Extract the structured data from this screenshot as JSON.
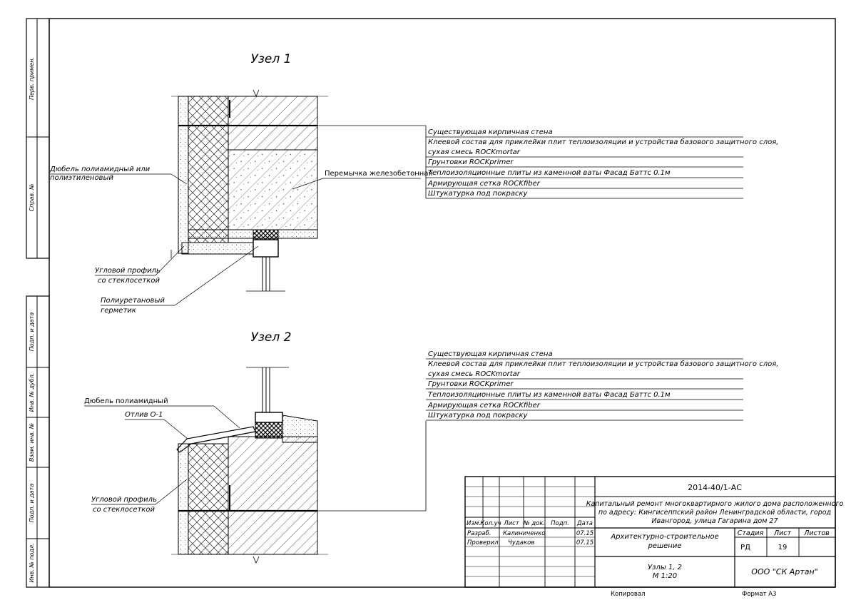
{
  "side_labels": [
    "Перв. примен.",
    "Справ. №",
    "Подп. и дата",
    "Инв. № дубл.",
    "Взам. инв. №",
    "Подп. и дата",
    "Инв. № подл."
  ],
  "node1": {
    "title": "Узел 1",
    "left_callouts": [
      {
        "lines": [
          "Дюбель полиамидный или",
          "полиэтиленовый"
        ]
      },
      {
        "lines": [
          "Угловой профиль",
          "со стеклосеткой"
        ]
      },
      {
        "lines": [
          "Полиуретановый",
          "герметик"
        ]
      }
    ],
    "lintel_label": "Перемычка железобетонная",
    "layers": [
      "Существующая кирпичная стена",
      "Клеевой состав для приклейки плит теплоизоляции и устройства базового защитного слоя,",
      "сухая смесь ROCKmortar",
      "Грунтовки ROCKprimer",
      "Теплоизоляционные плиты из каменной ваты Фасад Баттс 0.1м",
      "Армирующая сетка ROCKfiber",
      "Штукатурка под покраску"
    ]
  },
  "node2": {
    "title": "Узел 2",
    "left_callouts": [
      {
        "lines": [
          "Дюбель полиамидный"
        ]
      },
      {
        "lines": [
          "Отлив О-1"
        ]
      },
      {
        "lines": [
          "Угловой профиль",
          "со стеклосеткой"
        ]
      }
    ],
    "layers": [
      "Существующая кирпичная стена",
      "Клеевой состав для приклейки плит теплоизоляции и устройства базового защитного слоя,",
      "сухая смесь ROCKmortar",
      "Грунтовки ROCKprimer",
      "Теплоизоляционные плиты из каменной ваты Фасад Баттс 0.1м",
      "Армирующая сетка ROCKfiber",
      "Штукатурка под покраску"
    ]
  },
  "stamp": {
    "doc_code": "2014-40/1-АС",
    "object_lines": [
      "Капитальный ремонт многоквартирного жилого дома расположенного",
      "по адресу: Кингисеппский район Ленинградской области, город",
      "Ивангород, улица Гагарина дом 27"
    ],
    "col_headers": [
      "Изм.",
      "Кол.уч",
      "Лист",
      "№ док.",
      "Подп.",
      "Дата"
    ],
    "rows": [
      {
        "role": "Разраб.",
        "name": "Калиниченко",
        "date": "07.15"
      },
      {
        "role": "Проверил",
        "name": "Чудаков",
        "date": "07.15"
      }
    ],
    "section_lines": [
      "Архитектурно-строительное",
      "решение"
    ],
    "stage_header": "Стадия",
    "sheet_header": "Лист",
    "sheets_header": "Листов",
    "stage": "РД",
    "sheet": "19",
    "sheets": "",
    "drawing_lines": [
      "Узлы 1, 2",
      "М 1:20"
    ],
    "org": "ООО \"СК Артан\""
  },
  "footer": {
    "copied": "Копировал",
    "format": "Формат А3"
  }
}
